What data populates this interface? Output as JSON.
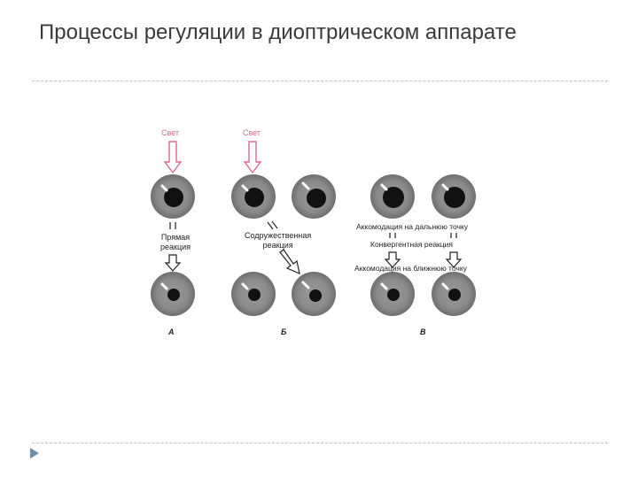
{
  "slide": {
    "title": "Процессы регуляции в диоптрическом аппарате"
  },
  "diagram": {
    "light_label_a": "Свет",
    "light_label_b": "Свет",
    "direct_reaction": "Прямая\nреакция",
    "consensual_reaction": "Содружественная\nреакция",
    "accommodation_far": "Аккомодация на дальнюю точку",
    "convergent_reaction": "Конвергентная реакция",
    "accommodation_near": "Аккомодация на ближнюю точку",
    "panel_a": "А",
    "panel_b": "Б",
    "panel_c": "В"
  },
  "colors": {
    "light_arrow": "#d96a8a",
    "iris": "#8a8a8a",
    "pupil": "#111111",
    "accent_bullet": "#6f8fa8"
  }
}
